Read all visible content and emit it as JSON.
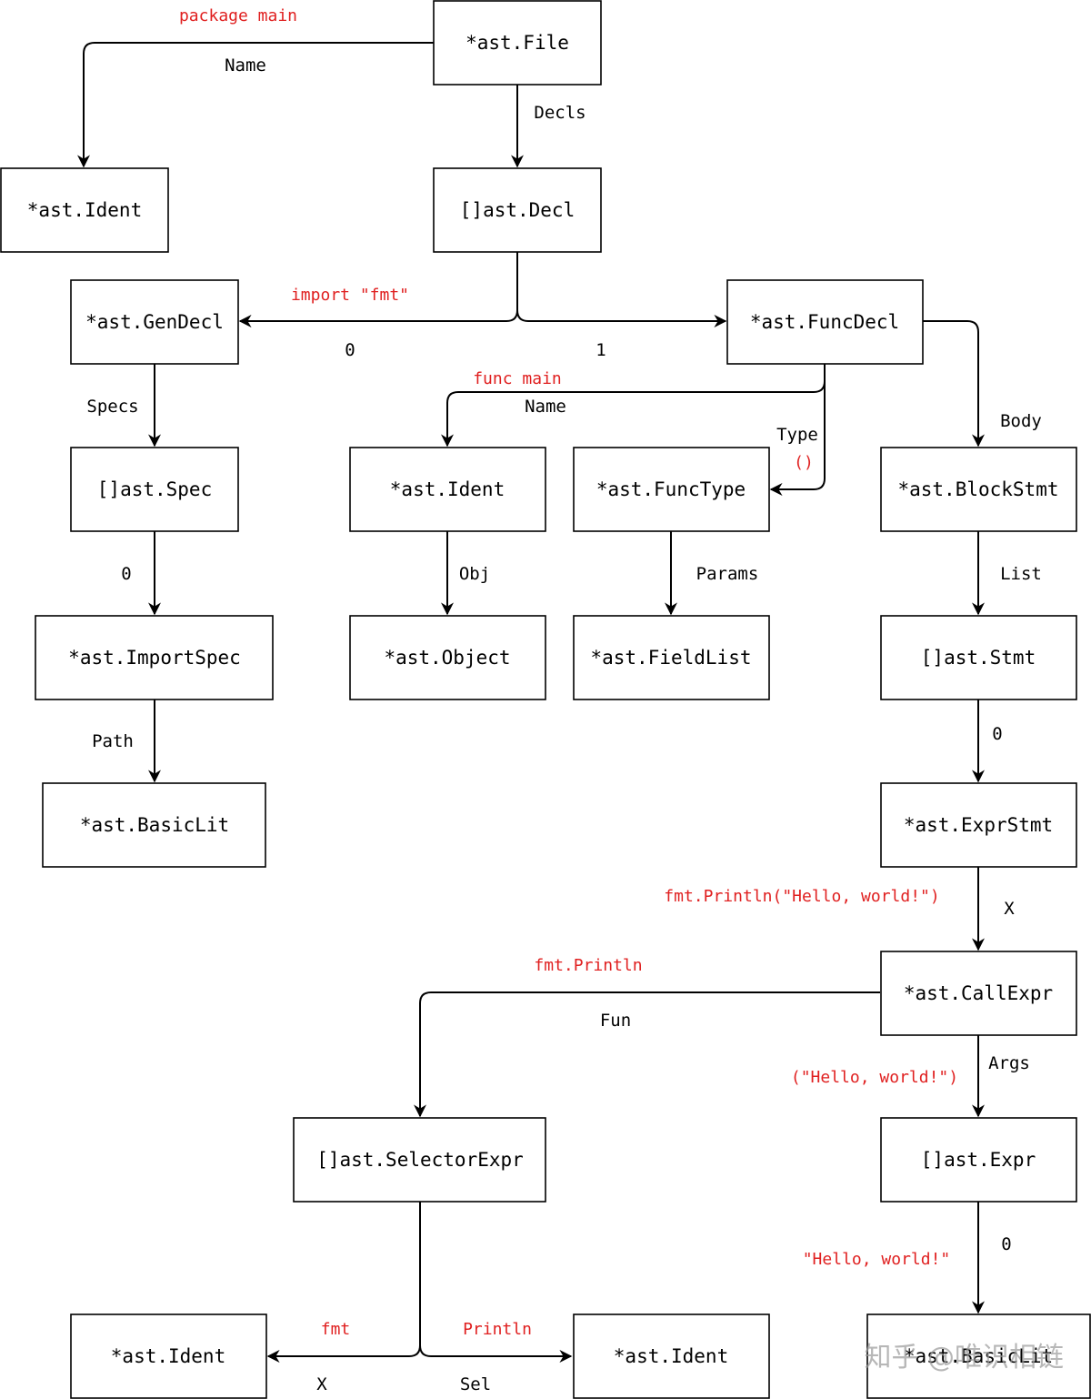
{
  "nodes": {
    "file": "*ast.File",
    "name_ident": "*ast.Ident",
    "decls": "[]ast.Decl",
    "gendecl": "*ast.GenDecl",
    "funcdecl": "*ast.FuncDecl",
    "specs": "[]ast.Spec",
    "func_ident": "*ast.Ident",
    "functype": "*ast.FuncType",
    "blockstmt": "*ast.BlockStmt",
    "importspec": "*ast.ImportSpec",
    "object": "*ast.Object",
    "fieldlist": "*ast.FieldList",
    "stmts": "[]ast.Stmt",
    "basiclit": "*ast.BasicLit",
    "exprstmt": "*ast.ExprStmt",
    "callexpr": "*ast.CallExpr",
    "selectorexpr": "[]ast.SelectorExpr",
    "exprs": "[]ast.Expr",
    "x_ident": "*ast.Ident",
    "sel_ident": "*ast.Ident",
    "arg_basiclit": "*ast.BasicLit"
  },
  "edge_labels": {
    "name": "Name",
    "decls": "Decls",
    "decl_0": "0",
    "decl_1": "1",
    "specs": "Specs",
    "func_name": "Name",
    "type": "Type",
    "body": "Body",
    "spec_0": "0",
    "obj": "Obj",
    "params": "Params",
    "list": "List",
    "path": "Path",
    "stmt_0": "0",
    "x": "X",
    "fun": "Fun",
    "args": "Args",
    "expr_0": "0",
    "sel_x": "X",
    "sel": "Sel"
  },
  "source_notes": {
    "package_main": "package main",
    "import_fmt": "import \"fmt\"",
    "func_main": "func main",
    "parens": "()",
    "call": "fmt.Println(\"Hello, world!\")",
    "fmt_println": "fmt.Println",
    "args": "(\"Hello, world!\")",
    "hello_world": "\"Hello, world!\"",
    "fmt": "fmt",
    "println": "Println"
  },
  "watermark": "知乎 @唯识相链",
  "colors": {
    "annotation": "#e02020",
    "box_border": "#000000"
  }
}
